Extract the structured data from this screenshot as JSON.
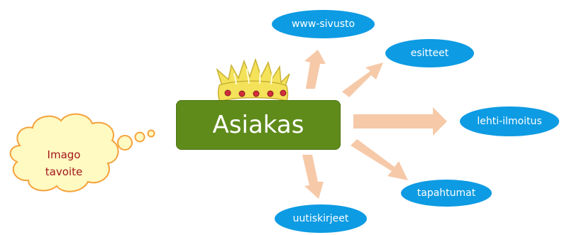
{
  "center": {
    "label": "Asiakas"
  },
  "thought": {
    "line1": "Imago",
    "line2": "tavoite"
  },
  "nodes": {
    "www": "www-sivusto",
    "esitteet": "esitteet",
    "lehti": "lehti-ilmoitus",
    "tapahtumat": "tapahtumat",
    "uutiskirjeet": "uutiskirjeet"
  },
  "colors": {
    "node_fill": "#0d9be3",
    "center_fill": "#5f8b1b",
    "arrow_fill": "#f6c9a8",
    "cloud_fill": "#fff9c2",
    "cloud_stroke": "#f5a23a",
    "thought_text": "#a4151b",
    "crown_yellow": "#f4e25a",
    "crown_jewel": "#d12d3a"
  },
  "icons": [
    "crown-icon",
    "thought-cloud-icon"
  ]
}
